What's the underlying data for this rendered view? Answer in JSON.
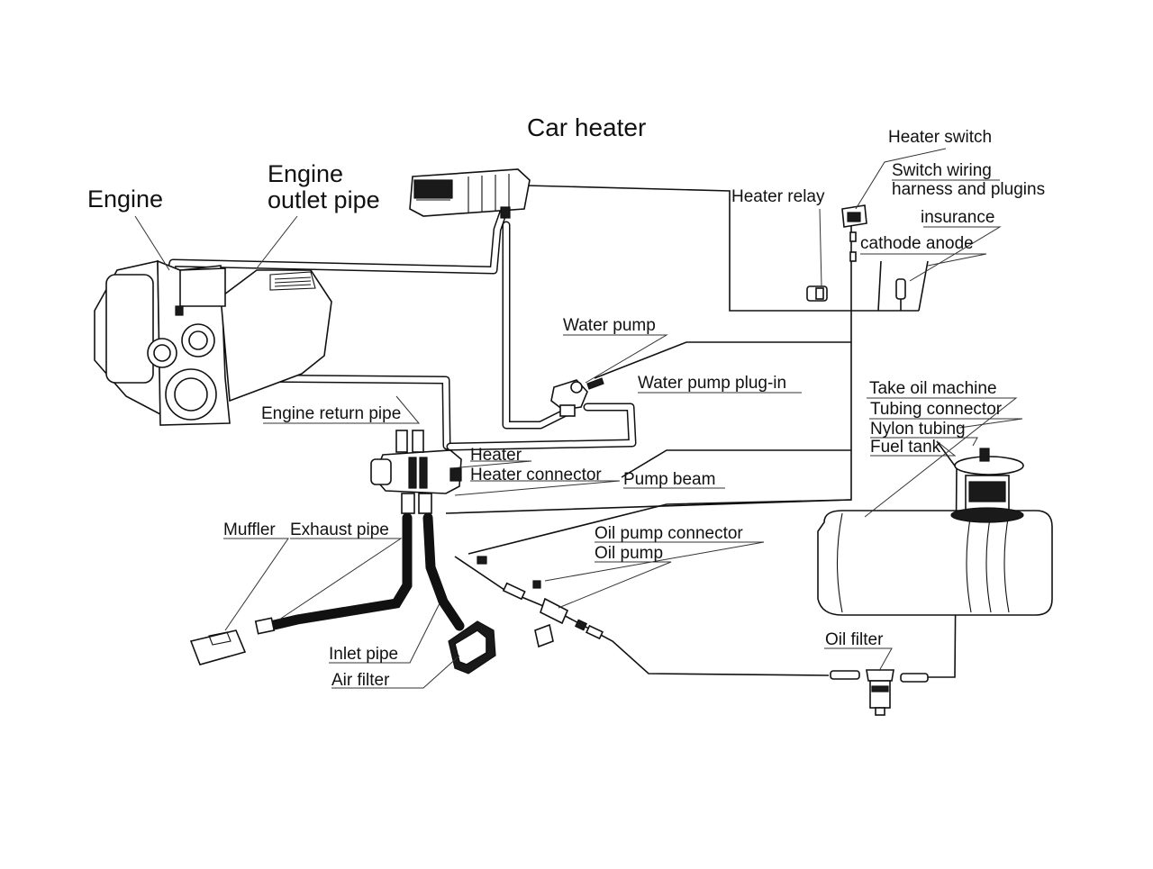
{
  "diagram": {
    "title": "Car heater",
    "labels": {
      "engine": "Engine",
      "engine_outlet_line1": "Engine",
      "engine_outlet_line2": "outlet pipe",
      "heater_switch": "Heater switch",
      "switch_wiring_line1": "Switch wiring",
      "switch_wiring_line2": "harness and plugins",
      "heater_relay": "Heater relay",
      "insurance": "insurance",
      "cathode_anode": "cathode anode",
      "water_pump": "Water pump",
      "water_pump_plugin": "Water pump plug-in",
      "engine_return_pipe": "Engine return pipe",
      "take_oil_machine": "Take oil machine",
      "tubing_connector": "Tubing connector",
      "nylon_tubing": "Nylon tubing",
      "fuel_tank": "Fuel tank",
      "heater": "Heater",
      "heater_connector": "Heater connector",
      "pump_beam": "Pump beam",
      "muffler": "Muffler",
      "exhaust_pipe": "Exhaust pipe",
      "oil_pump_connector": "Oil pump connector",
      "oil_pump": "Oil pump",
      "inlet_pipe": "Inlet pipe",
      "air_filter": "Air filter",
      "oil_filter": "Oil filter"
    }
  }
}
